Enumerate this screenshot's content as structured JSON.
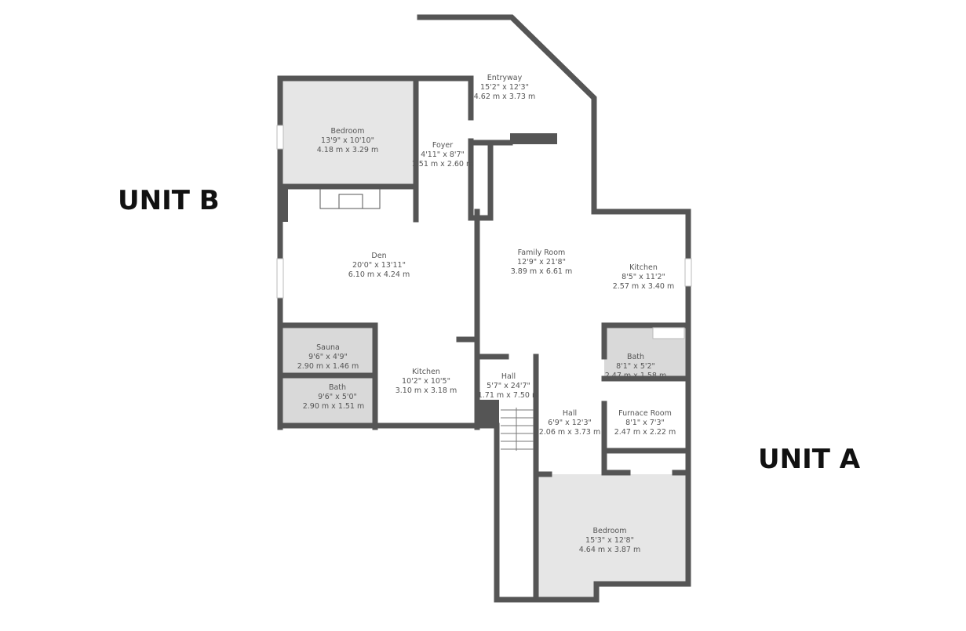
{
  "units": {
    "b": "UNIT B",
    "a": "UNIT A"
  },
  "colors": {
    "wall": "#555555",
    "shaded_room": "#e6e6e6",
    "bath_room": "#d9d9d9"
  },
  "rooms": [
    {
      "name": "Entryway",
      "imperial": "15'2\" x 12'3\"",
      "metric": "4.62 m x 3.73 m"
    },
    {
      "name": "Bedroom",
      "imperial": "13'9\" x 10'10\"",
      "metric": "4.18 m x 3.29 m"
    },
    {
      "name": "Foyer",
      "imperial": "4'11\" x 8'7\"",
      "metric": "1.51 m x 2.60 m"
    },
    {
      "name": "Den",
      "imperial": "20'0\" x 13'11\"",
      "metric": "6.10 m x 4.24 m"
    },
    {
      "name": "Family Room",
      "imperial": "12'9\" x 21'8\"",
      "metric": "3.89 m x 6.61 m"
    },
    {
      "name": "Kitchen",
      "imperial": "8'5\" x 11'2\"",
      "metric": "2.57 m x 3.40 m"
    },
    {
      "name": "Sauna",
      "imperial": "9'6\" x 4'9\"",
      "metric": "2.90 m x 1.46 m"
    },
    {
      "name": "Kitchen",
      "imperial": "10'2\" x 10'5\"",
      "metric": "3.10 m x 3.18 m"
    },
    {
      "name": "Bath",
      "imperial": "9'6\" x 5'0\"",
      "metric": "2.90 m x 1.51 m"
    },
    {
      "name": "Hall",
      "imperial": "5'7\" x 24'7\"",
      "metric": "1.71 m x 7.50 m"
    },
    {
      "name": "Bath",
      "imperial": "8'1\" x 5'2\"",
      "metric": "2.47 m x 1.58 m"
    },
    {
      "name": "Hall",
      "imperial": "6'9\" x 12'3\"",
      "metric": "2.06 m x 3.73 m"
    },
    {
      "name": "Furnace Room",
      "imperial": "8'1\" x 7'3\"",
      "metric": "2.47 m x 2.22 m"
    },
    {
      "name": "Bedroom",
      "imperial": "15'3\" x 12'8\"",
      "metric": "4.64 m x 3.87 m"
    }
  ]
}
